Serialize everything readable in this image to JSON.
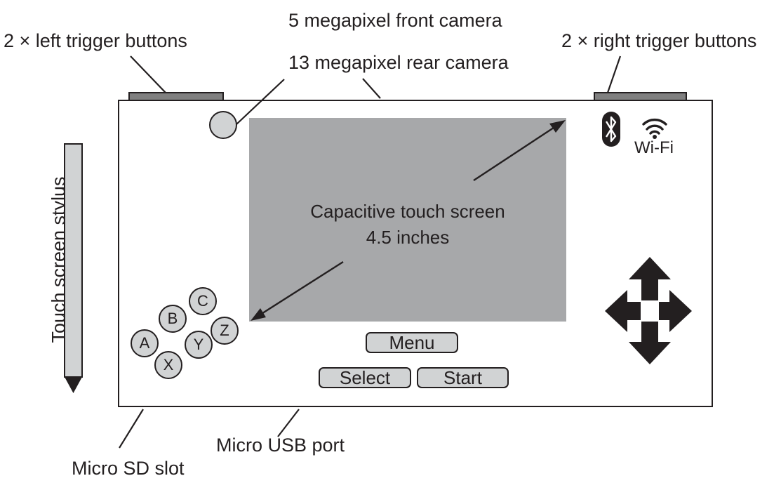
{
  "labels": {
    "front_camera": "5 megapixel front camera",
    "rear_camera": "13 megapixel rear camera",
    "left_triggers": "2 × left trigger buttons",
    "right_triggers": "2 × right trigger buttons",
    "stylus": "Touch screen stylus",
    "micro_sd": "Micro SD slot",
    "micro_usb": "Micro USB port"
  },
  "screen": {
    "line1": "Capacitive touch screen",
    "line2": "4.5 inches"
  },
  "face_buttons": [
    "A",
    "B",
    "C",
    "X",
    "Y",
    "Z"
  ],
  "menu_buttons": {
    "menu": "Menu",
    "select": "Select",
    "start": "Start"
  },
  "connectivity": {
    "wifi": "Wi-Fi",
    "icons": [
      "bluetooth-icon",
      "wifi-icon"
    ]
  },
  "colors": {
    "outline": "#231f20",
    "screen": "#a7a8aa",
    "trigger": "#808080",
    "button_fill": "#d1d3d4"
  }
}
